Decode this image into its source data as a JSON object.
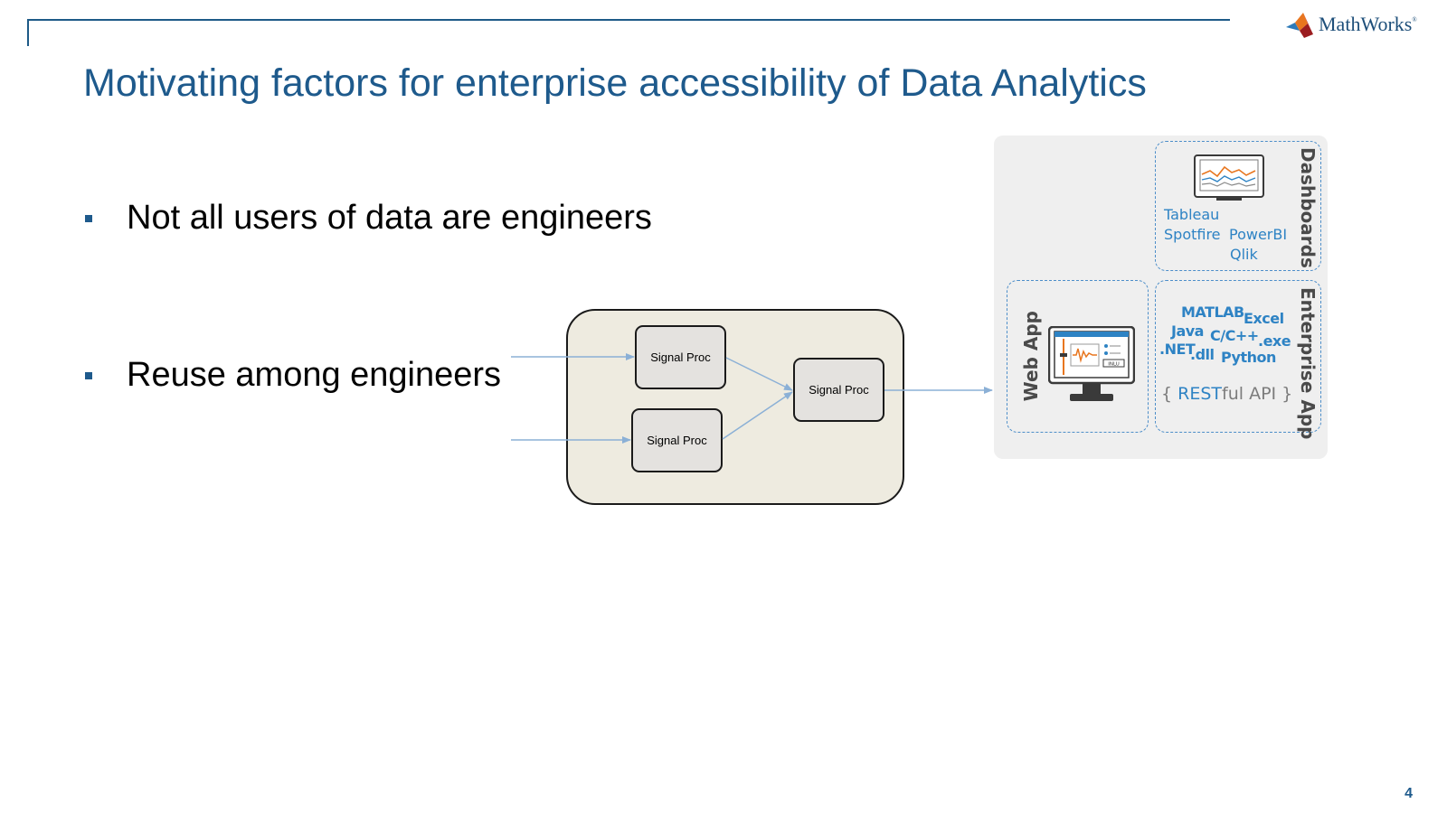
{
  "header": {
    "logo_text": "MathWorks",
    "logo_reg": "®",
    "title": "Motivating factors for enterprise accessibility of Data Analytics"
  },
  "bullets": [
    {
      "text": "Not all users of data are engineers"
    },
    {
      "text": "Reuse among engineers"
    }
  ],
  "diagram": {
    "proc_boxes": [
      {
        "label": "Signal Proc"
      },
      {
        "label": "Signal Proc"
      },
      {
        "label": "Signal Proc"
      }
    ]
  },
  "panel": {
    "dashboards": {
      "label": "Dashboards",
      "tools": [
        "Tableau",
        "Spotfire",
        "PowerBI",
        "Qlik"
      ]
    },
    "web_app": {
      "label": "Web App",
      "ui_button": "INLU"
    },
    "enterprise_app": {
      "label": "Enterprise App",
      "languages": [
        "MATLAB",
        "Excel",
        "Java",
        "C/C++",
        ".exe",
        ".NET",
        ".dll",
        "Python"
      ],
      "api": {
        "open": "{ ",
        "rest": "REST",
        "rest_suffix": "ful API",
        "close": " }"
      }
    }
  },
  "footer": {
    "page_number": "4"
  },
  "colors": {
    "accent": "#1e5a8c",
    "dashboard_blue": "#2e83c4",
    "arrow_blue": "#8bb0d6",
    "container_fill": "#eeebe0",
    "panel_fill": "#efefef",
    "logo_orange": "#e8761f",
    "logo_red": "#c1272d"
  },
  "icons": [
    "mathworks-membrane-icon",
    "line-chart-icon",
    "monitor-icon",
    "orange-waveform-icon"
  ]
}
